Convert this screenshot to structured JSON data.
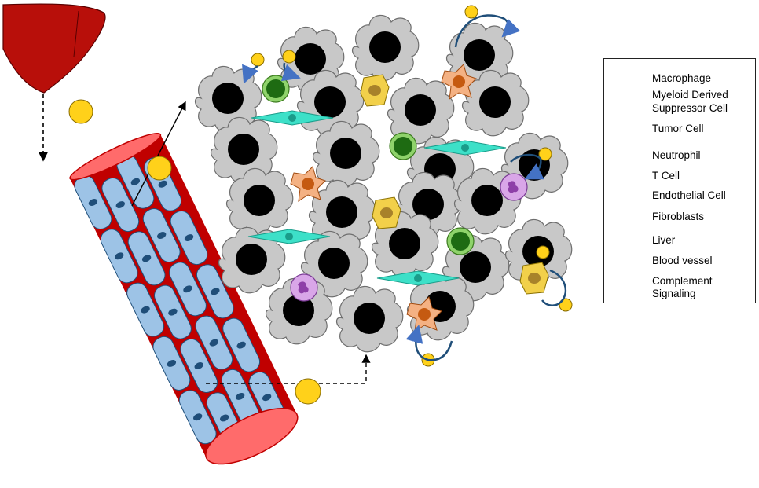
{
  "legend": {
    "macrophage": "Macrophage",
    "mdsc_line1": "Myeloid Derived",
    "mdsc_line2": "Suppressor Cell",
    "tumor_cell": "Tumor Cell",
    "neutrophil": "Neutrophil",
    "t_cell": "T Cell",
    "endothelial_cell": "Endothelial Cell",
    "fibroblasts": "Fibroblasts",
    "liver": "Liver",
    "blood_vessel": "Blood vessel",
    "complement_line1": "Complement",
    "complement_line2": "Signaling"
  },
  "colors": {
    "liver": "#b80f0a",
    "tumor_cell": "#c8c8c8",
    "tumor_nucleus": "#000000",
    "macrophage": "#f2d04a",
    "macrophage_nucleus": "#a8822a",
    "mdsc": "#f4b183",
    "mdsc_nucleus": "#c55a11",
    "neutrophil": "#d9a6e8",
    "neutrophil_nucleus": "#8e3fa8",
    "t_cell": "#8fd36b",
    "t_cell_nucleus": "#1e6b12",
    "endothelial": "#9dc3e6",
    "endothelial_nucleus": "#1f4e79",
    "vessel_lumen": "#ff6b6b",
    "fibroblast": "#3de0c8",
    "complement": "#ffd11a",
    "arrow_blue": "#1f4e79"
  }
}
